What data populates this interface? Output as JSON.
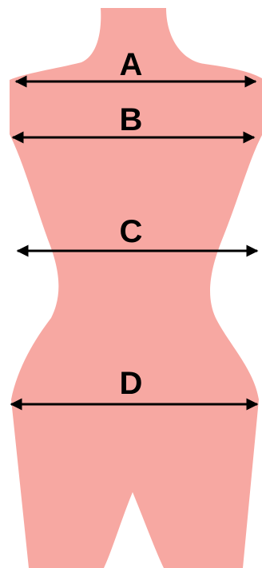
{
  "colors": {
    "body_fill": "#f7a8a2",
    "line": "#000000",
    "background": "#ffffff"
  },
  "labels": {
    "a": "A",
    "b": "B",
    "c": "C",
    "d": "D"
  }
}
